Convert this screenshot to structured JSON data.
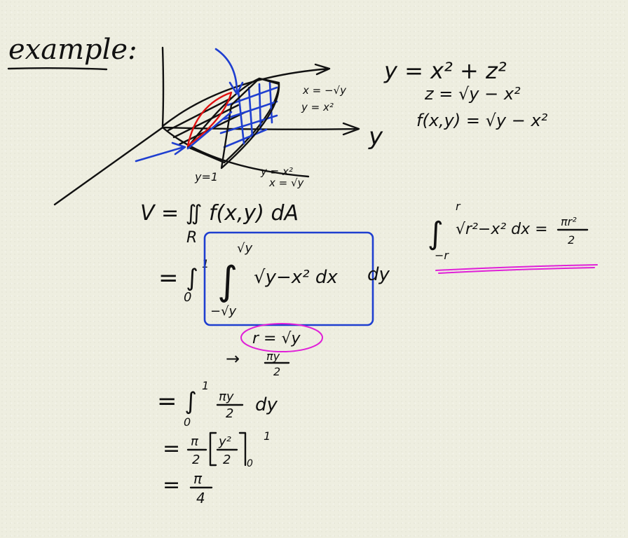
{
  "heading": "example:",
  "surface": {
    "eq1": "y = x² + z²",
    "eq2": "z = √y − x²",
    "eq3": "f(x,y) = √y − x²"
  },
  "sketch": {
    "axis_y": "y",
    "curve_top_1": "x = −√y",
    "curve_top_2": "y = x²",
    "y_eq_1": "y=1",
    "curve_bottom_1": "y = x²",
    "curve_bottom_2": "x = √y"
  },
  "work": {
    "volume": "V = ∬ f(x,y) dA",
    "region": "R",
    "line1_prefix": "= ∫",
    "line1_upper": "1",
    "line1_lower": "0",
    "inner_integral": "∫",
    "inner_upper": "√y",
    "inner_lower": "−√y",
    "integrand": "√y−x²  dx",
    "outer_d": "dy",
    "r_label": "r = √y",
    "arrow": "→",
    "result_num": "πy",
    "result_den": "2",
    "line2": "= ∫",
    "line2_upper": "1",
    "line2_lower": "0",
    "line2_frac_num": "πy",
    "line2_frac_den": "2",
    "line2_d": "dy",
    "line3_eq": "=",
    "line3_frac_num": "π",
    "line3_frac_den": "2",
    "line3_bracket_num": "y²",
    "line3_bracket_den": "2",
    "line3_upper": "1",
    "line3_lower": "0",
    "line4_eq": "=",
    "line4_num": "π",
    "line4_den": "4"
  },
  "side_formula": {
    "integral": "∫",
    "upper": "r",
    "lower": "−r",
    "integrand": "√r²−x² dx =",
    "rhs_num": "πr²",
    "rhs_den": "2"
  },
  "colors": {
    "ink": "#111111",
    "blue": "#1f3fd0",
    "red": "#e01010",
    "magenta": "#e020d8",
    "paper": "#eeeee0"
  }
}
